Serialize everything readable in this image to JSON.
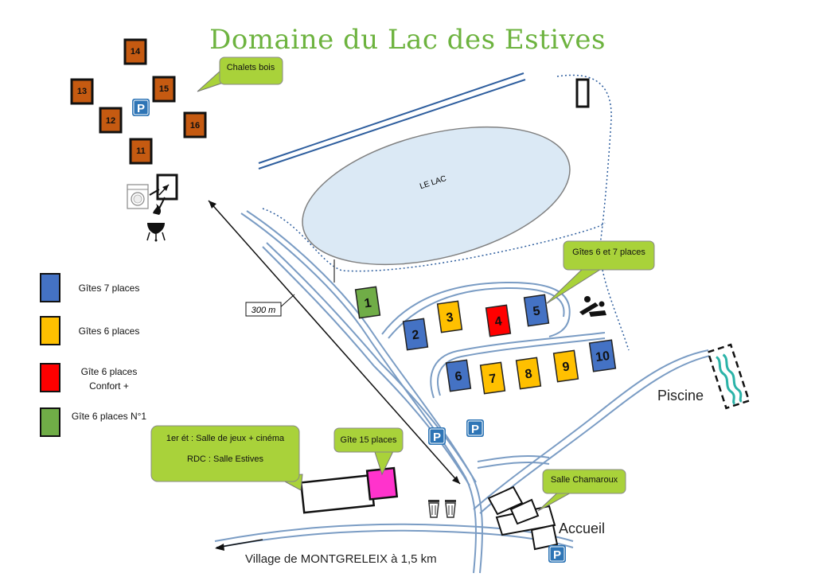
{
  "title": "Domaine du Lac des Estives",
  "legend": [
    {
      "label": "Gîtes 7 places",
      "color": "#4472c4"
    },
    {
      "label": "Gîtes 6 places",
      "color": "#ffc000"
    },
    {
      "label": "Gîte 6 places Confort +",
      "color": "#ff0000"
    },
    {
      "label": "Gîte 6 places N°1",
      "color": "#70ad47"
    }
  ],
  "lake_label": "LE LAC",
  "distance_label": "300 m",
  "callouts": {
    "chalets": "Chalets bois",
    "gites": "Gîtes 6 et 7 places",
    "salle_line1": "1er ét : Salle de jeux + cinéma",
    "salle_line2": "RDC : Salle Estives",
    "gite15": "Gîte 15 places",
    "chamaroux": "Salle Chamaroux"
  },
  "places": {
    "piscine": "Piscine",
    "accueil": "Accueil",
    "village": "Village de MONTGRELEIX à 1,5 km"
  },
  "parking_label": "P",
  "colors": {
    "chalet": "#c55a11",
    "gite_7": "#4472c4",
    "gite_6": "#ffc000",
    "gite_confort": "#ff0000",
    "gite_n1": "#70ad47",
    "gite_15": "#ff33cc",
    "callout": "#a9d23a",
    "lake": "#dbe9f5",
    "road": "#7a9cc4",
    "parking": "#2e75b6"
  },
  "chalets": [
    "14",
    "13",
    "15",
    "12",
    "16",
    "11"
  ],
  "gites": [
    "1",
    "2",
    "3",
    "4",
    "5",
    "6",
    "7",
    "8",
    "9",
    "10"
  ],
  "icons": [
    "parking-icon",
    "washing-machine-icon",
    "barbecue-icon",
    "trash-can-icon",
    "playground-icon",
    "pool-waves-icon",
    "back-arrow-icon"
  ]
}
